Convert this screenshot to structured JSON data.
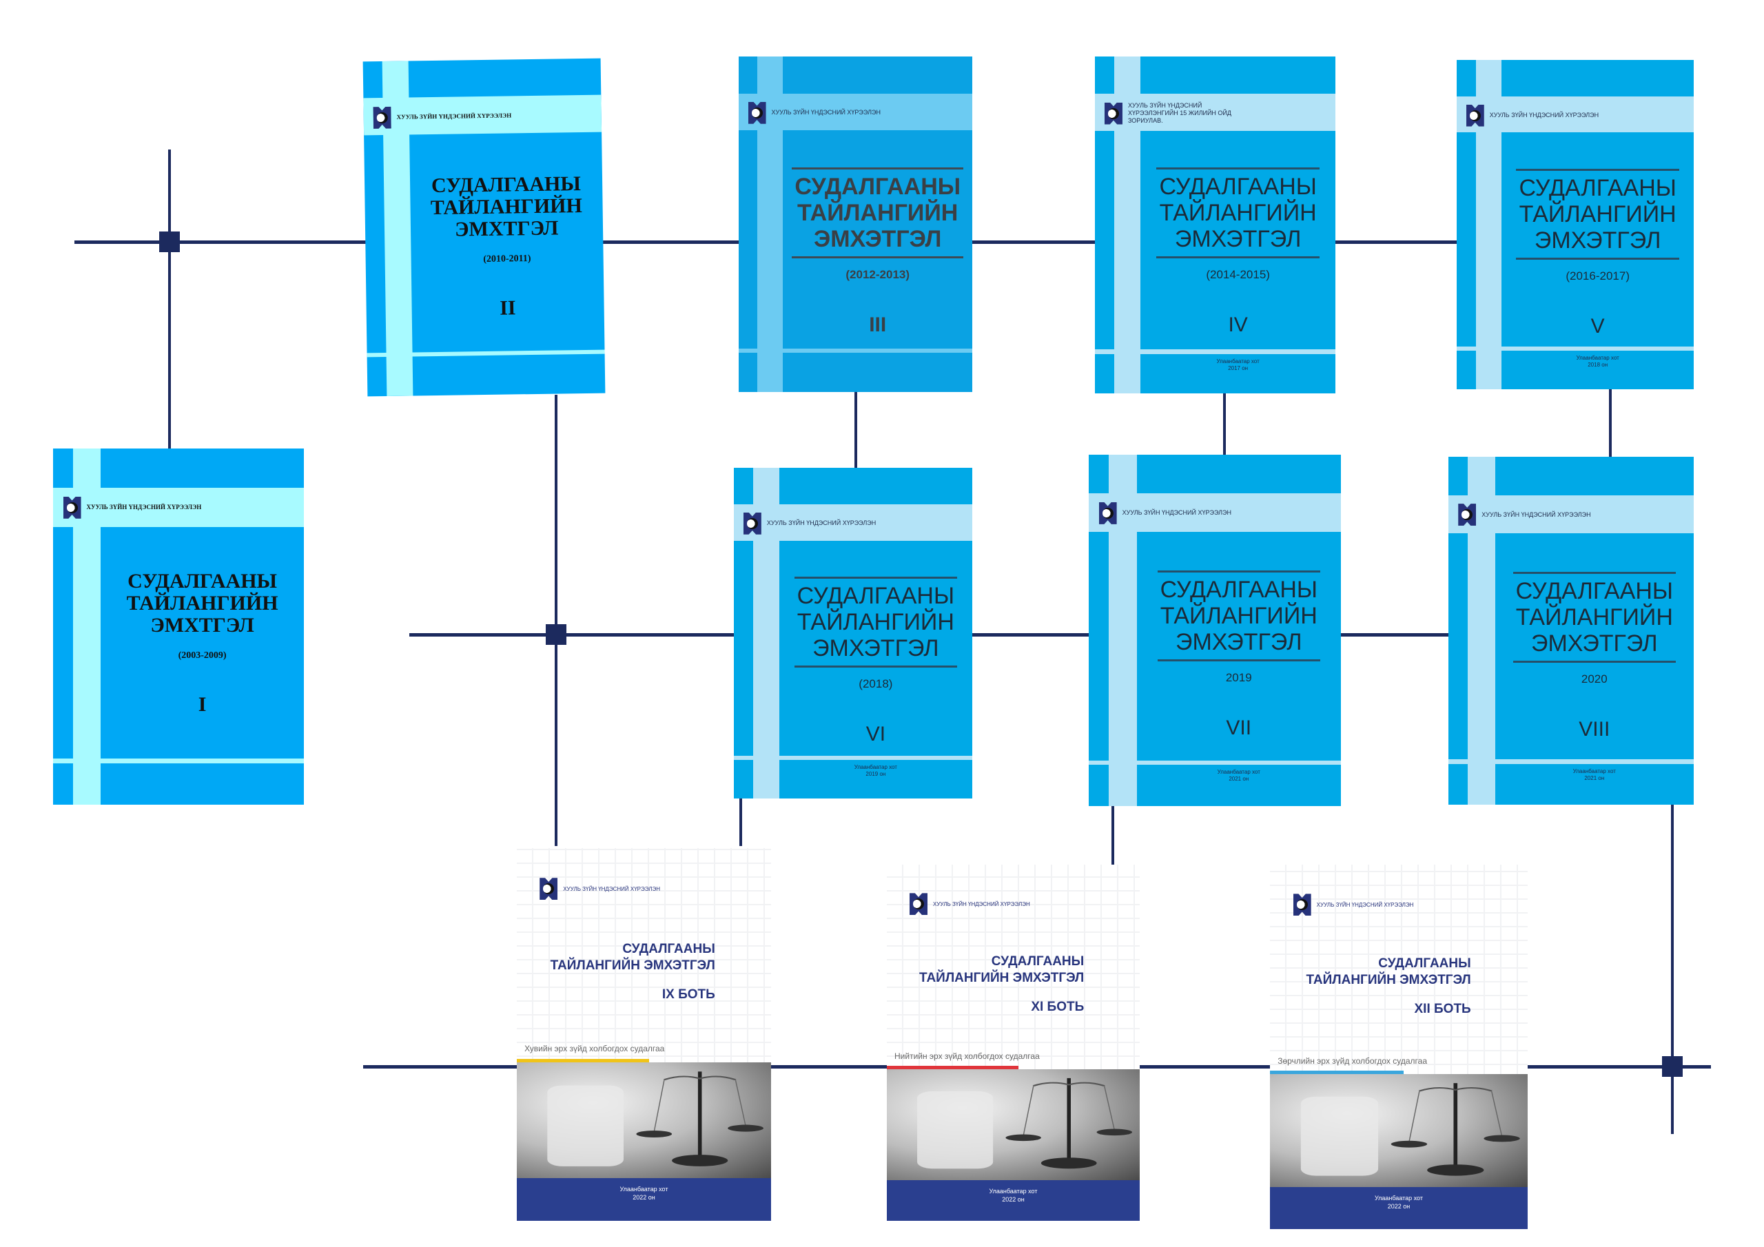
{
  "colors": {
    "connector": "#1c2a5e",
    "cover_blue": "#00a9e7",
    "cover_light": "#b3e3f7",
    "footer_navy": "#2a3f8f"
  },
  "blue_books": [
    {
      "id": "b1",
      "style": "old",
      "org": "ХУУЛЬ ЗҮЙН ҮНДЭСНИЙ ХҮРЭЭЛЭН",
      "title": [
        "СУДАЛГААНЫ",
        "ТАЙЛАНГИЙН",
        "ЭМХТГЭЛ"
      ],
      "years": "(2003-2009)",
      "volume": "I"
    },
    {
      "id": "b2",
      "style": "old",
      "org": "ХУУЛЬ ЗҮЙН ҮНДЭСНИЙ ХҮРЭЭЛЭН",
      "title": [
        "СУДАЛГААНЫ",
        "ТАЙЛАНГИЙН",
        "ЭМХТГЭЛ"
      ],
      "years": "(2010-2011)",
      "volume": "II"
    },
    {
      "id": "b3",
      "style": "dark",
      "org": "ХУУЛЬ ЗҮЙН ҮНДЭСНИЙ ХҮРЭЭЛЭН",
      "title": [
        "СУДАЛГААНЫ",
        "ТАЙЛАНГИЙН",
        "ЭМХЭТГЭЛ"
      ],
      "years": "(2012-2013)",
      "volume": "III"
    },
    {
      "id": "b4",
      "style": "blue",
      "org": "ХУУЛЬ ЗҮЙН ҮНДЭСНИЙ ХҮРЭЭЛЭНГИЙН 15 ЖИЛИЙН ОЙД ЗОРИУЛАВ.",
      "title": [
        "СУДАЛГААНЫ",
        "ТАЙЛАНГИЙН",
        "ЭМХЭТГЭЛ"
      ],
      "years": "(2014-2015)",
      "volume": "IV",
      "city": "Улаанбаатар хот",
      "year_text": "2017 он"
    },
    {
      "id": "b5",
      "style": "blue",
      "org": "ХУУЛЬ ЗҮЙН ҮНДЭСНИЙ ХҮРЭЭЛЭН",
      "title": [
        "СУДАЛГААНЫ",
        "ТАЙЛАНГИЙН",
        "ЭМХЭТГЭЛ"
      ],
      "years": "(2016-2017)",
      "volume": "V",
      "city": "Улаанбаатар хот",
      "year_text": "2018 он"
    },
    {
      "id": "b6",
      "style": "blue",
      "org": "ХУУЛЬ ЗҮЙН ҮНДЭСНИЙ ХҮРЭЭЛЭН",
      "title": [
        "СУДАЛГААНЫ",
        "ТАЙЛАНГИЙН",
        "ЭМХЭТГЭЛ"
      ],
      "years": "(2018)",
      "volume": "VI",
      "city": "Улаанбаатар хот",
      "year_text": "2019 он"
    },
    {
      "id": "b7",
      "style": "blue",
      "org": "ХУУЛЬ ЗҮЙН ҮНДЭСНИЙ ХҮРЭЭЛЭН",
      "title": [
        "СУДАЛГААНЫ",
        "ТАЙЛАНГИЙН",
        "ЭМХЭТГЭЛ"
      ],
      "years": "2019",
      "volume": "VII",
      "city": "Улаанбаатар хот",
      "year_text": "2021 он"
    },
    {
      "id": "b8",
      "style": "blue",
      "org": "ХУУЛЬ ЗҮЙН ҮНДЭСНИЙ ХҮРЭЭЛЭН",
      "title": [
        "СУДАЛГААНЫ",
        "ТАЙЛАНГИЙН",
        "ЭМХЭТГЭЛ"
      ],
      "years": "2020",
      "volume": "VIII",
      "city": "Улаанбаатар хот",
      "year_text": "2021 он"
    }
  ],
  "white_books": [
    {
      "id": "b9",
      "org": "ХУУЛЬ ЗҮЙН ҮНДЭСНИЙ ХҮРЭЭЛЭН",
      "title": [
        "СУДАЛГААНЫ",
        "ТАЙЛАНГИЙН ЭМХЭТГЭЛ"
      ],
      "volume": "IX БОТЬ",
      "subtitle": "Хувийн эрх зүйд холбогдох судалгаа",
      "accent": "#f0c419",
      "city": "Улаанбаатар хот",
      "year_text": "2022 он"
    },
    {
      "id": "b11",
      "org": "ХУУЛЬ ЗҮЙН ҮНДЭСНИЙ ХҮРЭЭЛЭН",
      "title": [
        "СУДАЛГААНЫ",
        "ТАЙЛАНГИЙН ЭМХЭТГЭЛ"
      ],
      "volume": "XI БОТЬ",
      "subtitle": "Нийтийн эрх зүйд холбогдох судалгаа",
      "accent": "#e0353b",
      "city": "Улаанбаатар хот",
      "year_text": "2022 он"
    },
    {
      "id": "b12",
      "org": "ХУУЛЬ ЗҮЙН ҮНДЭСНИЙ ХҮРЭЭЛЭН",
      "title": [
        "СУДАЛГААНЫ",
        "ТАЙЛАНГИЙН ЭМХЭТГЭЛ"
      ],
      "volume": "XII БОТЬ",
      "subtitle": "Зөрчлийн эрх зүйд холбогдох судалгаа",
      "accent": "#3aa6dd",
      "city": "Улаанбаатар хот",
      "year_text": "2022 он"
    }
  ]
}
